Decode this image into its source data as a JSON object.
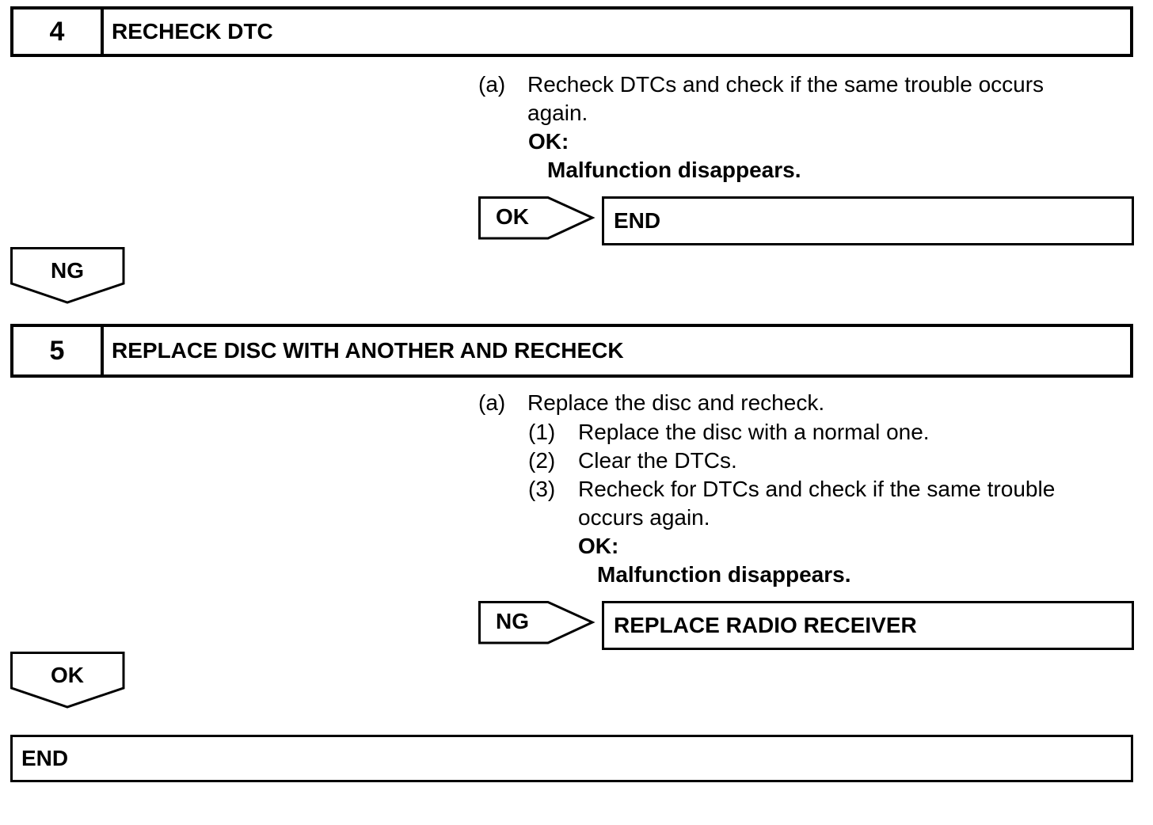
{
  "step4": {
    "number": "4",
    "title": "RECHECK DTC",
    "instruction": {
      "label": "(a)",
      "text": "Recheck DTCs and check if the same trouble occurs again.",
      "ok_label": "OK:",
      "ok_text": "Malfunction disappears."
    },
    "result_arrow": "OK",
    "result_box": "END",
    "down_arrow": "NG"
  },
  "step5": {
    "number": "5",
    "title": "REPLACE DISC WITH ANOTHER AND RECHECK",
    "instruction": {
      "label": "(a)",
      "text": "Replace the disc and recheck."
    },
    "substeps": [
      {
        "label": "(1)",
        "text": "Replace the disc with a normal one."
      },
      {
        "label": "(2)",
        "text": "Clear the DTCs."
      },
      {
        "label": "(3)",
        "text": "Recheck for DTCs and check if the same trouble occurs again."
      }
    ],
    "ok_label": "OK:",
    "ok_text": "Malfunction disappears.",
    "result_arrow": "NG",
    "result_box": "REPLACE RADIO RECEIVER",
    "down_arrow": "OK"
  },
  "end": {
    "label": "END"
  }
}
